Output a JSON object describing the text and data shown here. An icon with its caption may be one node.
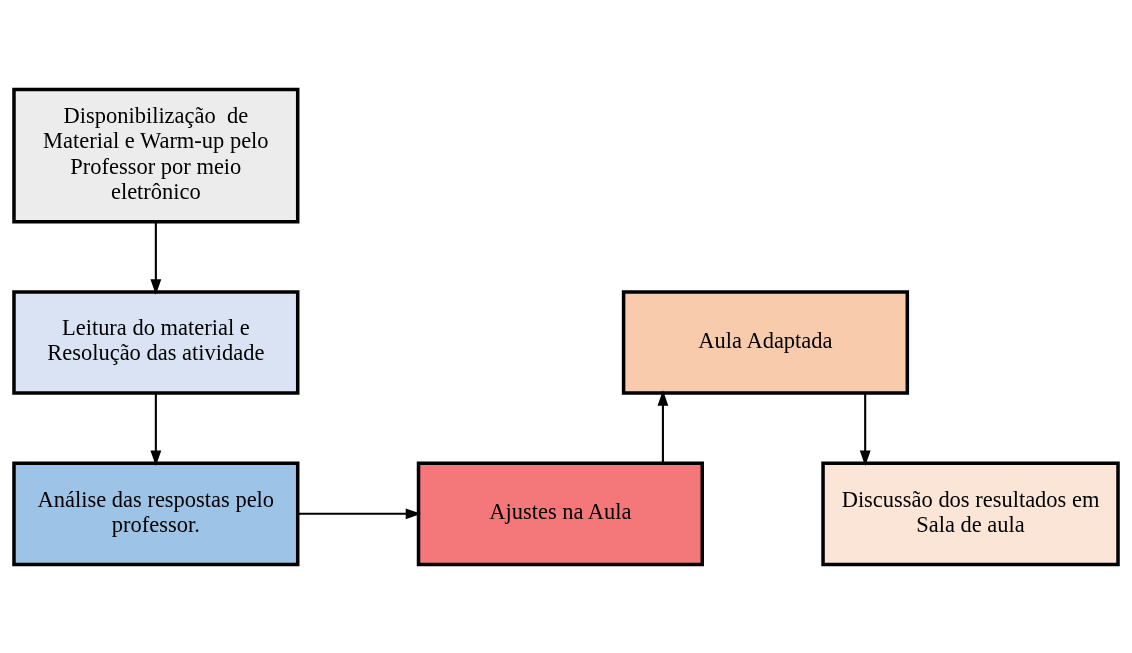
{
  "diagram": {
    "nodes": [
      {
        "text": [
          "Disponibilização  de Material e Warm-up pelo Professor por meio eletrônico"
        ]
      },
      {
        "text": [
          "Leitura do material e Resolução das atividade"
        ]
      },
      {
        "text": [
          "Análise das respostas pelo professor."
        ]
      },
      {
        "text": [
          "Ajustes na Aula"
        ]
      },
      {
        "text": [
          "Aula Adaptada"
        ]
      },
      {
        "text": [
          "Discussão dos resultados em Sala de aula"
        ]
      }
    ],
    "edges": [
      {
        "from": 0,
        "to": 1,
        "arrow": "to"
      },
      {
        "from": 1,
        "to": 2,
        "arrow": "to"
      },
      {
        "from": 2,
        "to": 3,
        "arrow": "to"
      },
      {
        "from": 3,
        "to": 4,
        "arrow": "to"
      },
      {
        "from": 4,
        "to": 5,
        "arrow": "to"
      }
    ]
  }
}
